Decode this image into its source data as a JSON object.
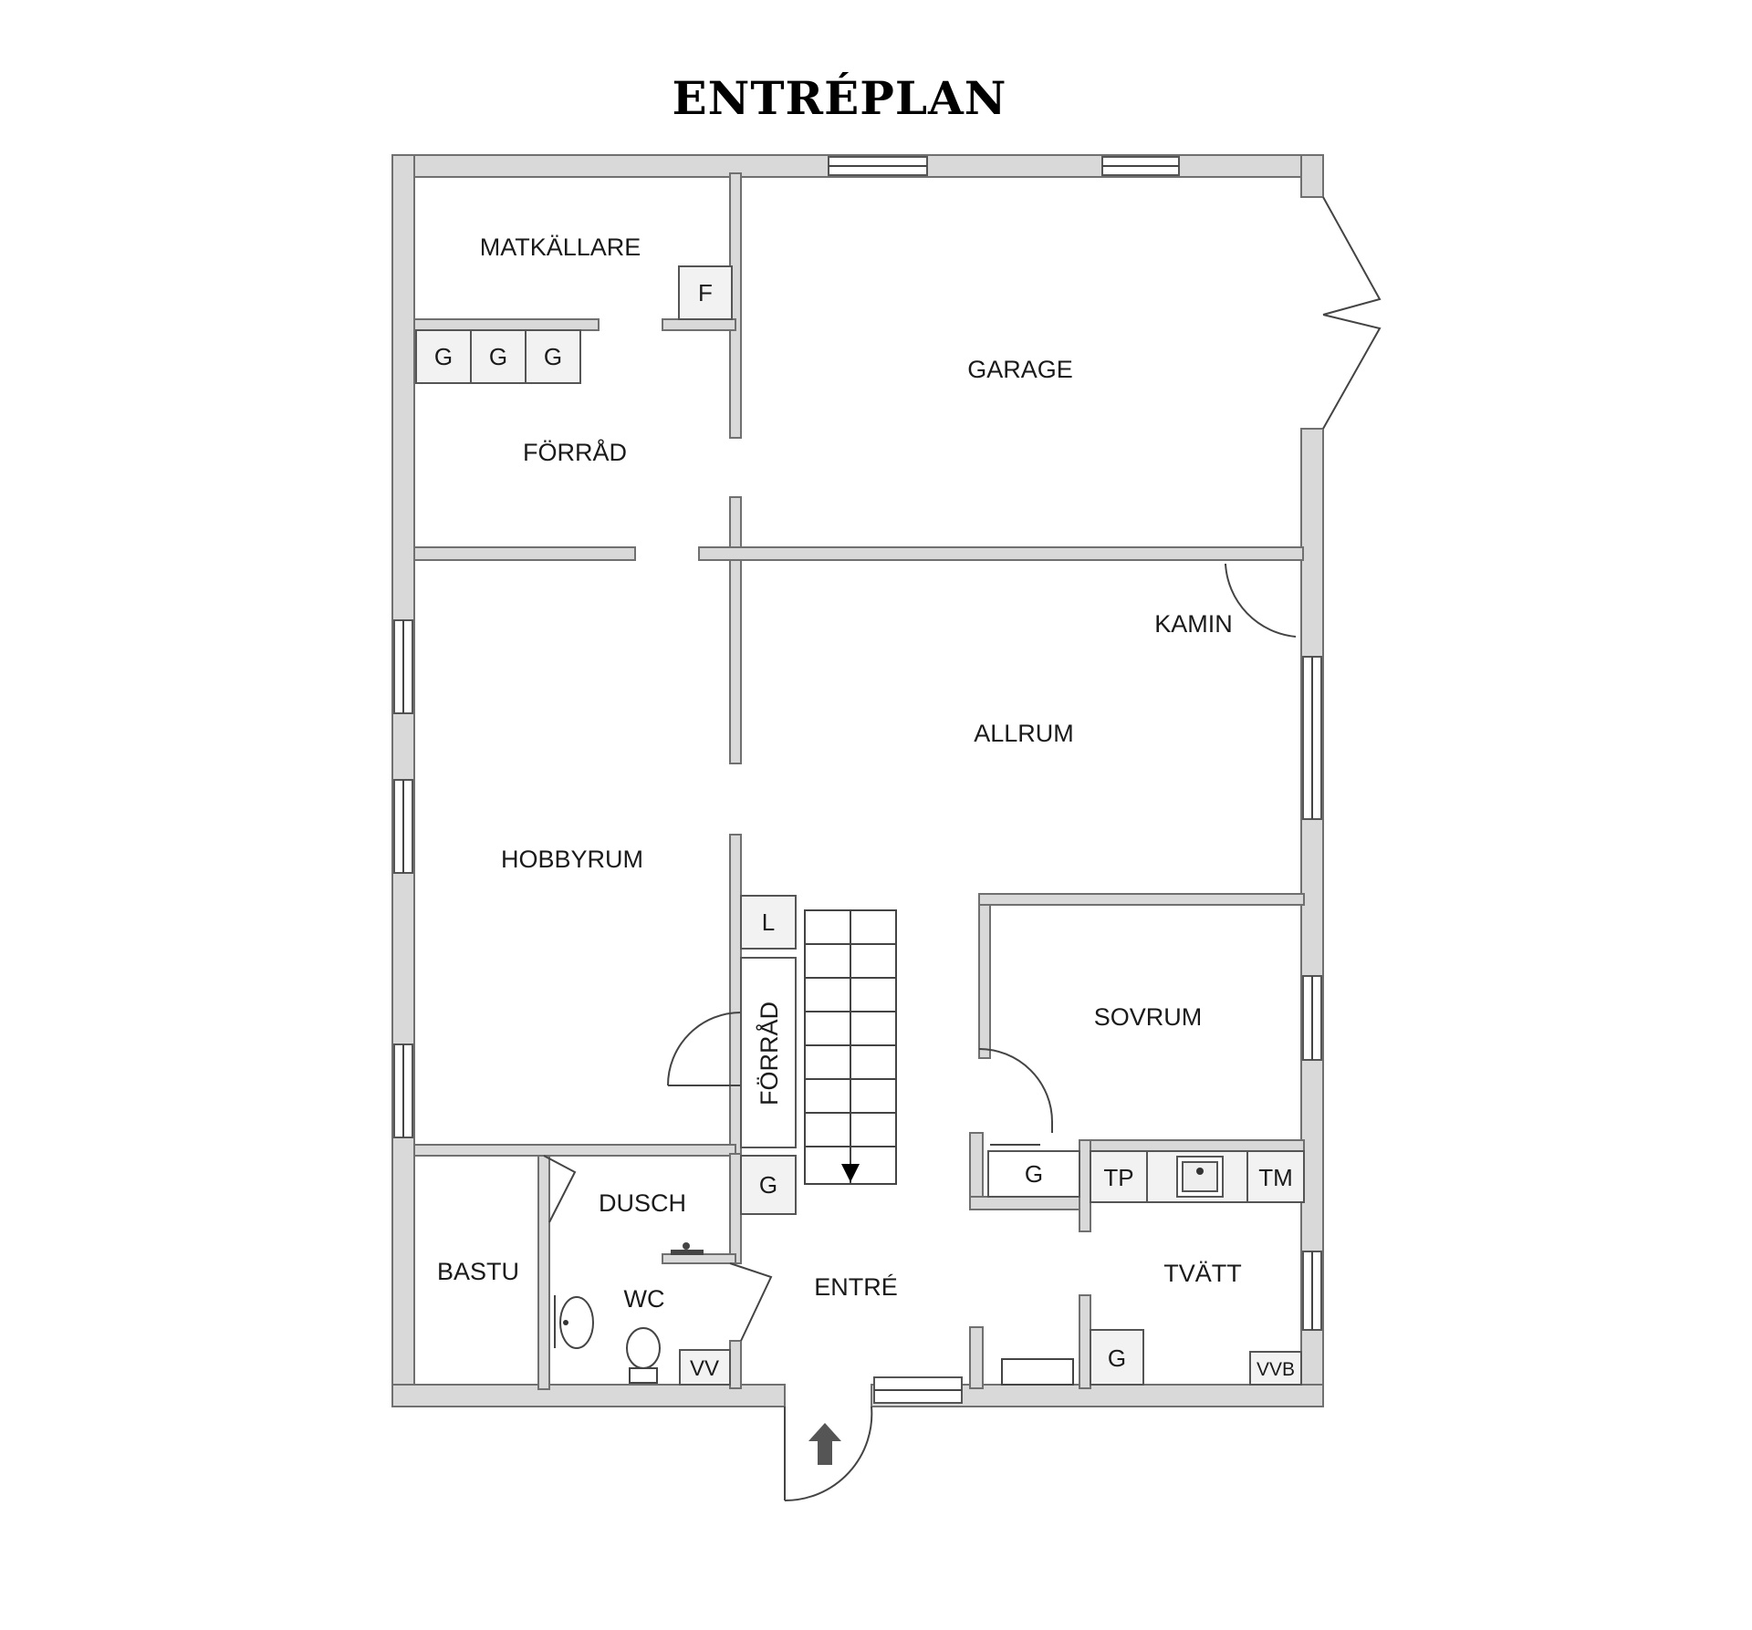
{
  "title": "ENTRÉPLAN",
  "rooms": {
    "matkallare": "MATKÄLLARE",
    "garage": "GARAGE",
    "forrad_top": "FÖRRÅD",
    "kamin": "KAMIN",
    "allrum": "ALLRUM",
    "hobbyrum": "HOBBYRUM",
    "forrad_stair": "FÖRRÅD",
    "sovrum": "SOVRUM",
    "dusch": "DUSCH",
    "bastu": "BASTU",
    "wc": "WC",
    "entre": "ENTRÉ",
    "tvatt": "TVÄTT"
  },
  "fixtures": {
    "f": "F",
    "g1": "G",
    "g2": "G",
    "g3": "G",
    "l": "L",
    "g_stair": "G",
    "g_sov": "G",
    "tp": "TP",
    "tm": "TM",
    "vv": "VV",
    "g_tvatt": "G",
    "vvb": "VVB"
  }
}
